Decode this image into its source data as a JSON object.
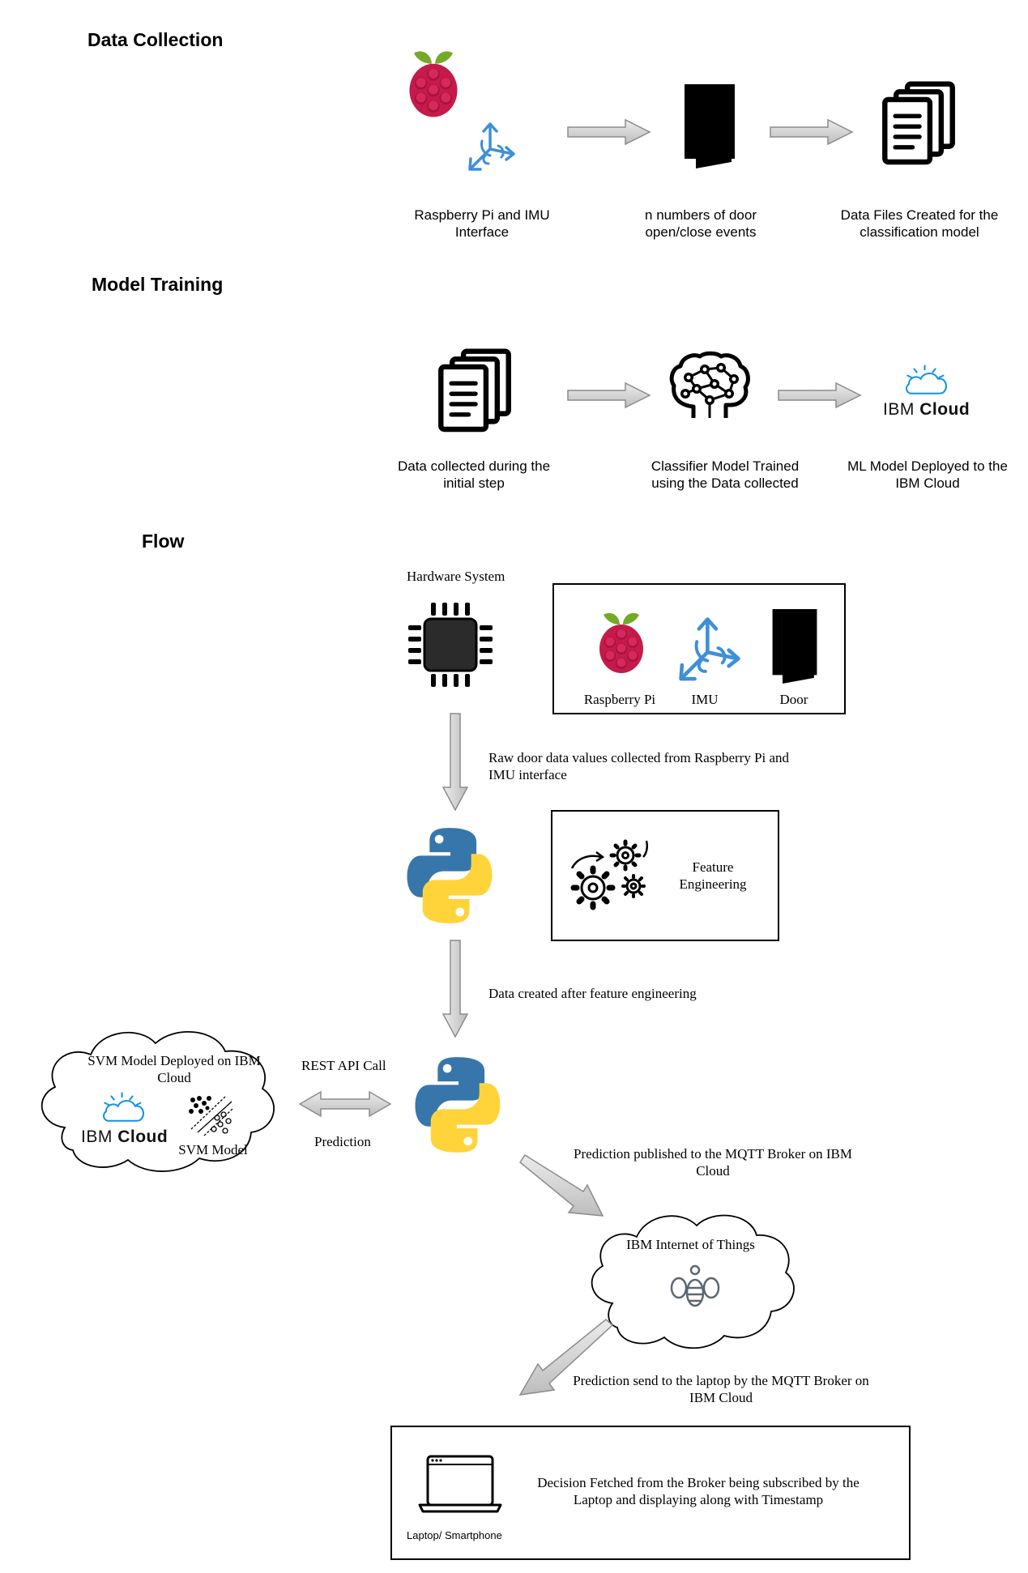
{
  "sections": {
    "data_collection": "Data Collection",
    "model_training": "Model Training",
    "flow": "Flow"
  },
  "data_collection": {
    "step1": "Raspberry Pi and IMU Interface",
    "step2": "n numbers of door open/close events",
    "step3": "Data Files Created for the classification model"
  },
  "model_training": {
    "step1": "Data collected during the initial step",
    "step2": "Classifier Model Trained using the Data collected",
    "step3": "ML Model Deployed to the IBM Cloud",
    "ibm_prefix": "IBM",
    "ibm_suffix": "Cloud"
  },
  "flow": {
    "hardware_title": "Hardware System",
    "hw_items": [
      "Raspberry Pi",
      "IMU",
      "Door"
    ],
    "raw_data_label": "Raw door data values collected from Raspberry Pi and IMU interface",
    "feature_engineering": "Feature Engineering",
    "after_fe_label": "Data created after feature engineering",
    "svm_cloud_title": "SVM Model Deployed on IBM Cloud",
    "svm_ibm_prefix": "IBM",
    "svm_ibm_suffix": "Cloud",
    "svm_model_label": "SVM Model",
    "rest_api_label": "REST API Call",
    "prediction_label": "Prediction",
    "mqtt_publish_label": "Prediction published to the MQTT Broker on IBM Cloud",
    "iot_label": "IBM Internet of Things",
    "mqtt_send_label": "Prediction send to the laptop by the MQTT Broker on IBM Cloud",
    "decision_label": "Decision Fetched from the Broker being subscribed by the Laptop and displaying along with Timestamp",
    "laptop_label": "Laptop/ Smartphone"
  },
  "colors": {
    "arrow_fill": "#d9d9d9",
    "arrow_stroke": "#8c8c8c",
    "raspberry_red": "#c51a4a",
    "raspberry_green": "#75a928",
    "imu_blue": "#3f8fd8",
    "python_blue": "#3776ab",
    "python_yellow": "#ffd43b",
    "ibm_cloud_blue": "#1192e8"
  }
}
